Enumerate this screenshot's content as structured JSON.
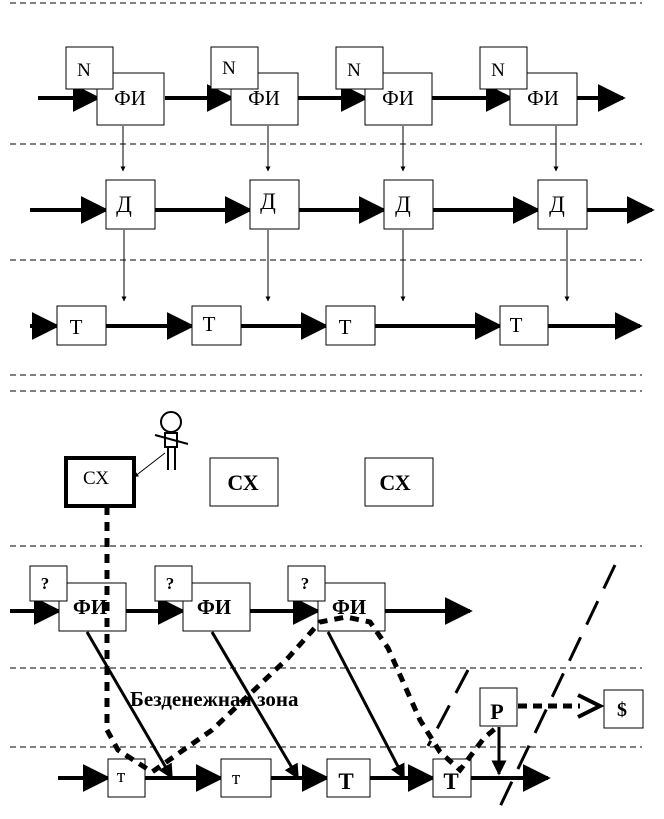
{
  "labels": {
    "n": "N",
    "fi": "ФИ",
    "d": "Д",
    "t_upper": "Т",
    "cx": "СХ",
    "question": "?",
    "t_lower": "т",
    "t_bold": "Т",
    "p": "Р",
    "dollar": "$",
    "zone": "Безденежная  зона"
  },
  "colors": {
    "ink": "#000000",
    "paper": "#ffffff"
  },
  "icons": {
    "person": "person-icon"
  }
}
